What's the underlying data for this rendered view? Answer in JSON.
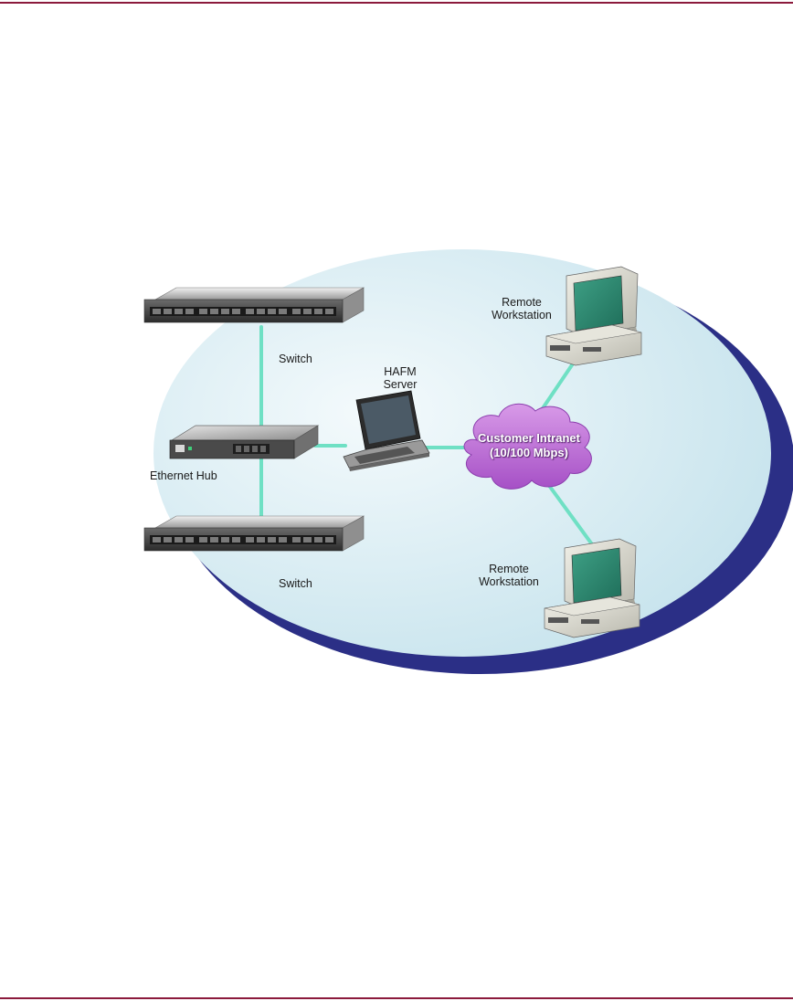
{
  "colors": {
    "rule": "#8b1a3c",
    "network_line": "#6fe0c4",
    "oval_fill": "#d6ecf3",
    "oval_shadow": "#2b2f86",
    "cloud": "#c07ad8"
  },
  "labels": {
    "switch_top": "Switch",
    "switch_bottom": "Switch",
    "hafm_line1": "HAFM",
    "hafm_line2": "Server",
    "hub": "Ethernet Hub",
    "ws_top_line1": "Remote",
    "ws_top_line2": "Workstation",
    "ws_bottom_line1": "Remote",
    "ws_bottom_line2": "Workstation",
    "cloud_line1": "Customer Intranet",
    "cloud_line2": "(10/100 Mbps)"
  }
}
